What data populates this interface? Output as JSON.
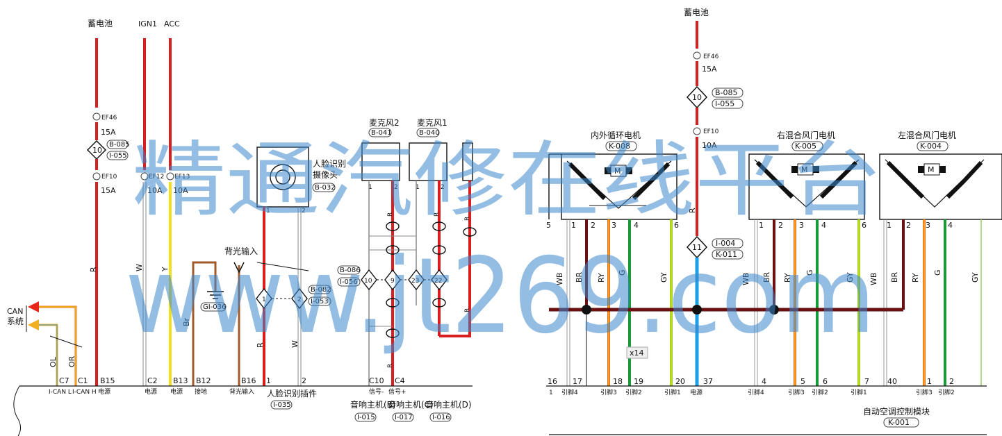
{
  "left": {
    "sources": {
      "battery": "蓄电池",
      "ign1": "IGN1",
      "acc": "ACC"
    },
    "fuse_battery_top": {
      "code": "EF46",
      "amp": "15A"
    },
    "connector_10": {
      "num": "10",
      "code1": "B-085",
      "code2": "I-055"
    },
    "fuse_battery_bot": {
      "code": "EF10",
      "amp": "15A"
    },
    "fuse_ign1": {
      "code": "EF12",
      "amp": "10A"
    },
    "fuse_acc": {
      "code": "EF13",
      "amp": "10A"
    },
    "wire_colors": {
      "battery": "R",
      "ign1": "W",
      "acc": "Y",
      "ground": "Br",
      "face1": "R",
      "face2": "W"
    },
    "can": {
      "label1": "CAN",
      "label2": "系统",
      "ol": "OL",
      "or": "OR"
    },
    "camera": {
      "name1": "人脸识别",
      "name2": "摄像头",
      "code": "B-032",
      "pin1": "1",
      "pin2": "2"
    },
    "ground_code": "GI-036",
    "backlight": "背光输入",
    "face_conn": {
      "p1": "1",
      "p2": "2",
      "code1": "B-082",
      "code2": "I-053"
    },
    "face_plug": {
      "name": "人脸识别插件",
      "code": "I-035"
    },
    "bottom_pins": [
      {
        "pin": "C7",
        "sub": "I-CAN L"
      },
      {
        "pin": "C1",
        "sub": "I-CAN H"
      },
      {
        "pin": "B15",
        "sub": "电源"
      },
      {
        "pin": "C2",
        "sub": "电源"
      },
      {
        "pin": "B13",
        "sub": "电源"
      },
      {
        "pin": "B12",
        "sub": "接地"
      },
      {
        "pin": "B16",
        "sub": "背光输入"
      },
      {
        "pin": "1",
        "sub": ""
      },
      {
        "pin": "2",
        "sub": ""
      }
    ],
    "mic2": {
      "name": "麦克风2",
      "code": "B-041",
      "p1": "1",
      "p2": "2"
    },
    "mic1": {
      "name": "麦克风1",
      "code": "B-040",
      "p1": "1",
      "p2": "2"
    },
    "mic_conn": {
      "code1": "B-086",
      "code2": "I-056",
      "n10": "10",
      "n9": "9",
      "n23": "23",
      "n22": "22"
    },
    "mic_wire": "R",
    "mic_pins": {
      "c10": "C10",
      "c4": "C4",
      "s1": "信号-",
      "s2": "信号+"
    },
    "audio": [
      {
        "name": "音响主机(B)",
        "code": "I-015"
      },
      {
        "name": "音响主机(C)",
        "code": "I-017"
      },
      {
        "name": "音响主机(D)",
        "code": "I-016"
      }
    ]
  },
  "right": {
    "battery": "蓄电池",
    "fuse_top": {
      "code": "EF46",
      "amp": "15A"
    },
    "conn10": {
      "num": "10",
      "code1": "B-085",
      "code2": "I-055"
    },
    "fuse_mid": {
      "code": "EF10",
      "amp": "10A"
    },
    "vert_wire": "R",
    "conn11": {
      "num": "11",
      "code1": "I-004",
      "code2": "K-011"
    },
    "motor1": {
      "name": "内外循环电机",
      "code": "K-008",
      "pins": [
        "5",
        "1",
        "2",
        "3",
        "4",
        "6"
      ]
    },
    "motor2": {
      "name": "右混合风门电机",
      "code": "K-005",
      "pins": [
        "1",
        "2",
        "3",
        "4",
        "6"
      ]
    },
    "motor3": {
      "name": "左混合风门电机",
      "code": "K-004",
      "pins": [
        "1",
        "2",
        "3",
        "4"
      ]
    },
    "motor_symbol": "M",
    "wire_labels1": [
      "WB",
      "BR",
      "RY",
      "G",
      "GY"
    ],
    "wire_labels2": [
      "WB",
      "BR",
      "RY",
      "G",
      "GY"
    ],
    "wire_labels3": [
      "WB",
      "BR",
      "RY",
      "G",
      "GY"
    ],
    "x14": "x14",
    "bottom_pins": [
      {
        "pin": "16",
        "sub": "1"
      },
      {
        "pin": "17",
        "sub": "引脚4"
      },
      {
        "pin": "18",
        "sub": "引脚3"
      },
      {
        "pin": "19",
        "sub": "引脚2"
      },
      {
        "pin": "20",
        "sub": "引脚1"
      },
      {
        "pin": "37",
        "sub": "电源"
      },
      {
        "pin": "4",
        "sub": "引脚4"
      },
      {
        "pin": "5",
        "sub": "引脚3"
      },
      {
        "pin": "6",
        "sub": "引脚2"
      },
      {
        "pin": "7",
        "sub": "引脚1"
      },
      {
        "pin": "40",
        "sub": ""
      },
      {
        "pin": "1",
        "sub": "引脚3"
      },
      {
        "pin": "2",
        "sub": "引脚2"
      }
    ],
    "module": {
      "name": "自动空调控制模块",
      "code": "K-001"
    }
  },
  "watermark": {
    "line1": "精通汽修在线平台",
    "line2": "www.jt269.com"
  }
}
